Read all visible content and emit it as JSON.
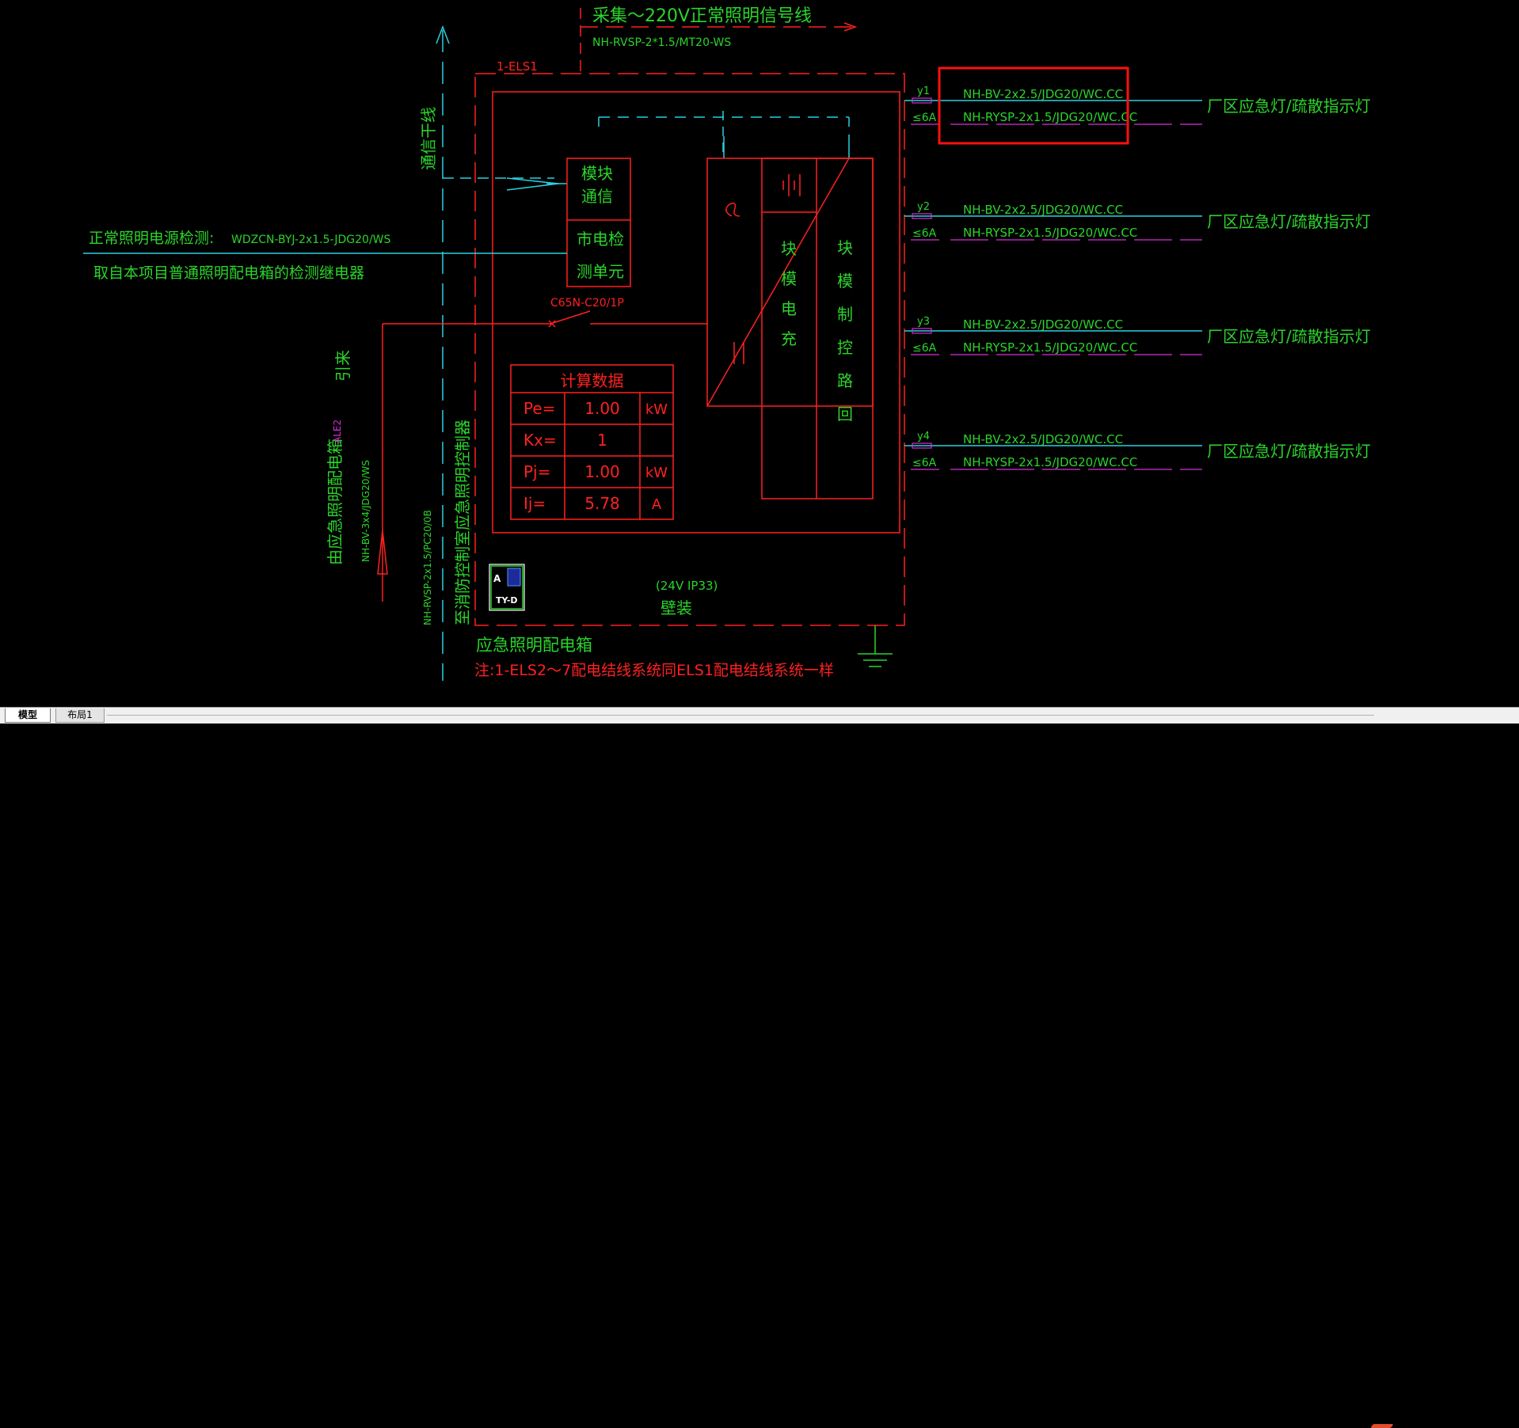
{
  "colors": {
    "background": "#000000",
    "red": "#ff2020",
    "green": "#2bd42b",
    "cyan": "#2ad0e0",
    "magenta": "#d82fd8",
    "highlight": "#ff1010"
  },
  "signal_title": "采集～220V正常照明信号线",
  "signal_cable": "NH-RVSP-2*1.5/MT20-WS",
  "panel_id": "1-ELS1",
  "comm_trunk": "通信干线",
  "module": {
    "comm_line1": "模块",
    "comm_line2": "通信",
    "mains_line1": "市电检",
    "mains_line2": "测单元"
  },
  "normal_power": {
    "label": "正常照明电源检测:",
    "cable": "WDZCN-BYJ-2x1.5-JDG20/WS",
    "note": "取自本项目普通照明配电箱的检测继电器"
  },
  "breaker": "C65N-C20/1P",
  "incoming": {
    "label": "引来",
    "from_text": "由应急照明配电箱",
    "from_ref": "ALE2",
    "cable": "NH-BV-3x4/JDG20/WS"
  },
  "charger_text": "充电模块",
  "loop_text": "回路控制模块",
  "calc": {
    "title": "计算数据",
    "rows": [
      {
        "name": "Pe=",
        "value": "1.00",
        "unit": "kW"
      },
      {
        "name": "Kx=",
        "value": "1",
        "unit": ""
      },
      {
        "name": "Pj=",
        "value": "1.00",
        "unit": "kW"
      },
      {
        "name": "Ij=",
        "value": "5.78",
        "unit": "A"
      }
    ]
  },
  "controller_cable": "NH-RVSP-2x1.5/PC20/0B",
  "controller_text": "至消防控制室应急照明控制器",
  "device_label": "TY-D",
  "device_letter": "A",
  "mount_spec": "(24V IP33)",
  "mount": "壁装",
  "box_title": "应急照明配电箱",
  "note": "注:1-ELS2～7配电结线系统同ELS1配电结线系统一样",
  "circuits": [
    {
      "id": "y1",
      "rating": "≤6A",
      "cable1": "NH-BV-2x2.5/JDG20/WC.CC",
      "cable2": "NH-RYSP-2x1.5/JDG20/WC.CC",
      "load": "厂区应急灯/疏散指示灯",
      "highlighted": true
    },
    {
      "id": "y2",
      "rating": "≤6A",
      "cable1": "NH-BV-2x2.5/JDG20/WC.CC",
      "cable2": "NH-RYSP-2x1.5/JDG20/WC.CC",
      "load": "厂区应急灯/疏散指示灯",
      "highlighted": false
    },
    {
      "id": "y3",
      "rating": "≤6A",
      "cable1": "NH-BV-2x2.5/JDG20/WC.CC",
      "cable2": "NH-RYSP-2x1.5/JDG20/WC.CC",
      "load": "厂区应急灯/疏散指示灯",
      "highlighted": false
    },
    {
      "id": "y4",
      "rating": "≤6A",
      "cable1": "NH-BV-2x2.5/JDG20/WC.CC",
      "cable2": "NH-RYSP-2x1.5/JDG20/WC.CC",
      "load": "厂区应急灯/疏散指示灯",
      "highlighted": false
    }
  ],
  "tabs": [
    "模型",
    "布局1"
  ]
}
